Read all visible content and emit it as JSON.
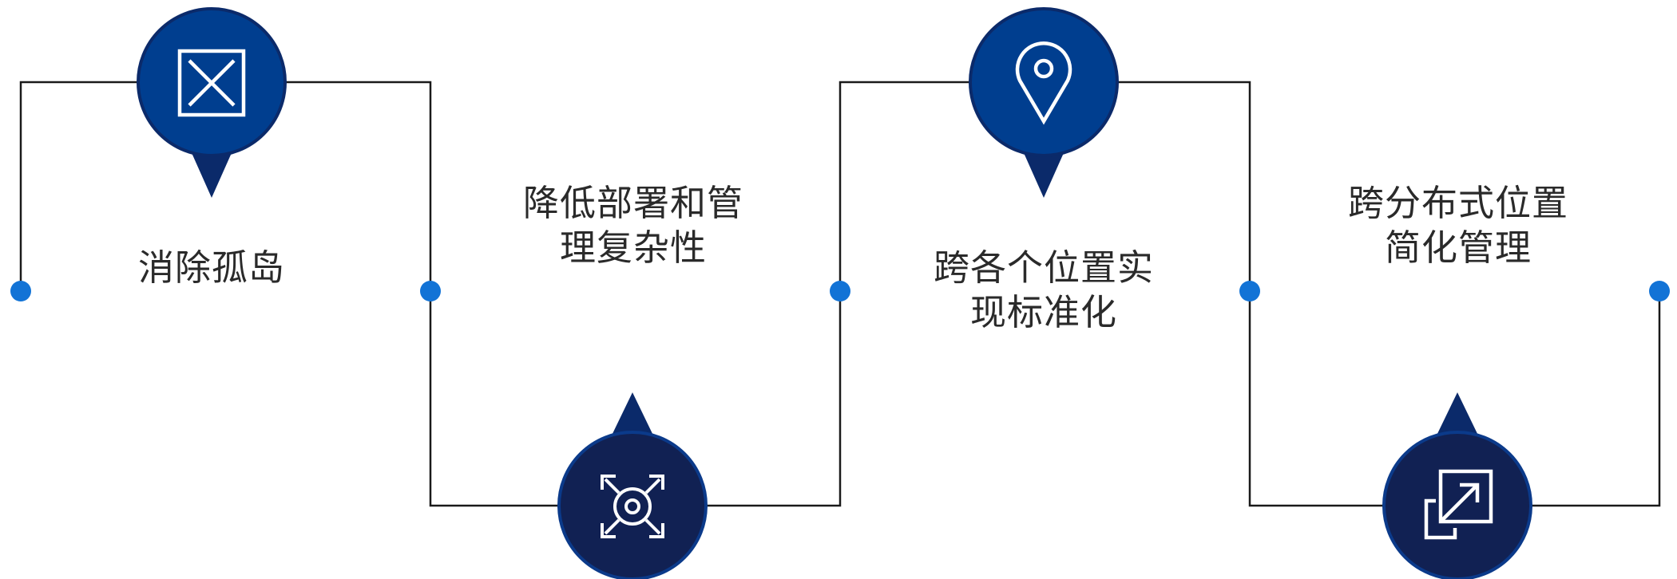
{
  "colors": {
    "connector_line": "#1a1a1a",
    "dot": "#1273d6",
    "top_circle": "#003e8f",
    "bottom_circle": "#112153",
    "circle_outline": "#0b2a6a",
    "icon": "#ffffff"
  },
  "steps": [
    {
      "label_lines": [
        "消除孤岛"
      ],
      "icon": "x-box-icon",
      "position": "top"
    },
    {
      "label_lines": [
        "降低部署和管",
        "理复杂性"
      ],
      "icon": "expand-target-icon",
      "position": "bottom"
    },
    {
      "label_lines": [
        "跨各个位置实",
        "现标准化"
      ],
      "icon": "location-pin-icon",
      "position": "top"
    },
    {
      "label_lines": [
        "跨分布式位置",
        "简化管理"
      ],
      "icon": "external-link-icon",
      "position": "bottom"
    }
  ]
}
